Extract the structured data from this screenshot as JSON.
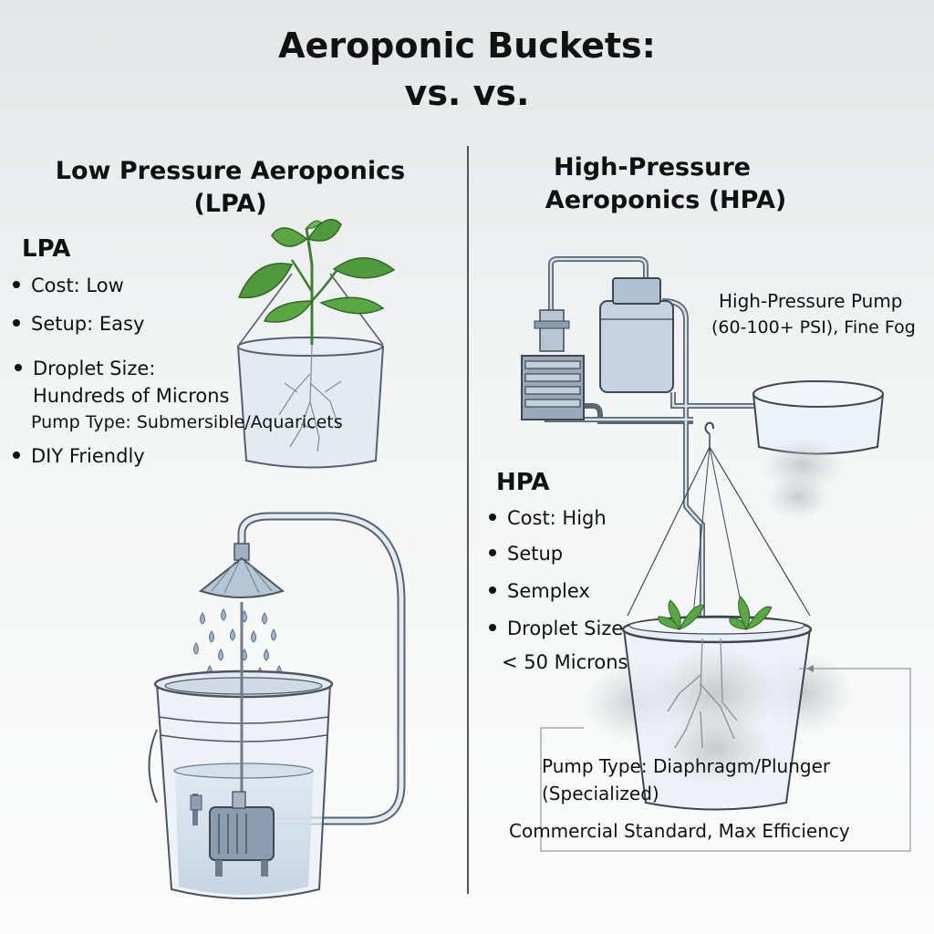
{
  "title": {
    "line1": "Aeroponic Buckets:",
    "line2": "vs. vs."
  },
  "lpa": {
    "heading_line1": "Low Pressure Aeroponics",
    "heading_line2": "(LPA)",
    "section_label": "LPA",
    "bullets": {
      "cost": "Cost: Low",
      "setup": "Setup: Easy",
      "droplet": "Droplet Size:",
      "droplet_value": "Hundreds of Microns",
      "pump": "Pump Type: Submersible/Aquaricets",
      "diy": "DIY Friendly"
    }
  },
  "hpa": {
    "heading_line1": "High-Pressure",
    "heading_line2": "Aeroponics (HPA)",
    "section_label": "HPA",
    "bullets": {
      "cost": "Cost: High",
      "setup": "Setup",
      "complex": "Semplex",
      "droplet": "Droplet Size",
      "droplet_value": "< 50 Microns"
    },
    "pump_label_line1": "High-Pressure Pump",
    "pump_label_line2": "(60-100+ PSI), Fine Fog",
    "pump_type_line1": "Pump Type: Diaphragm/Plunger",
    "pump_type_line2": "(Specialized)",
    "commercial_note": "Commercial Standard, Max Efficiency"
  },
  "colors": {
    "line": "#4d5560",
    "water": "#c9d8e6",
    "pump": "#8c9db0",
    "leaf": "#4e9a3c"
  }
}
